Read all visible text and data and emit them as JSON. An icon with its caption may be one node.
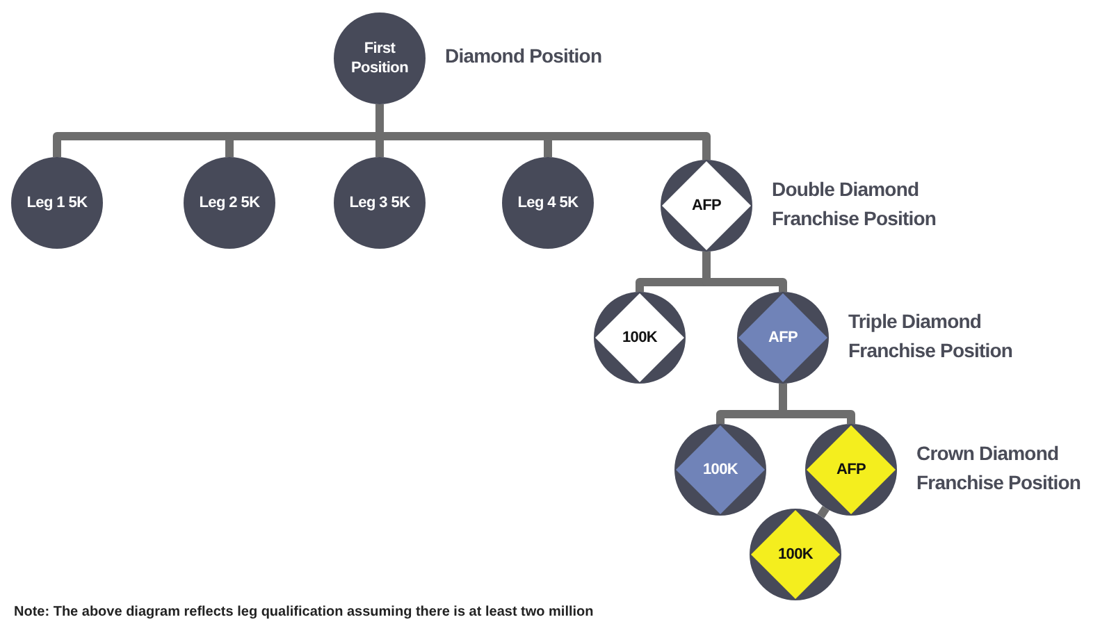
{
  "diagram": {
    "nodes": [
      {
        "text": [
          "First Position"
        ],
        "beside": [
          "Diamond Position"
        ]
      },
      {
        "text": [
          "Leg 1 5K"
        ]
      },
      {
        "text": [
          "Leg 2 5K"
        ]
      },
      {
        "text": [
          "Leg 3 5K"
        ]
      },
      {
        "text": [
          "Leg 4 5K"
        ]
      },
      {
        "text": [
          "AFP"
        ],
        "beside": [
          "Double Diamond Franchise Position"
        ]
      },
      {
        "text": [
          "100K"
        ]
      },
      {
        "text": [
          "AFP"
        ],
        "beside": [
          "Triple Diamond Franchise Position"
        ]
      },
      {
        "text": [
          "100K"
        ]
      },
      {
        "text": [
          "AFP"
        ],
        "beside": [
          "Crown Diamond Franchise Position"
        ]
      },
      {
        "text": [
          "100K"
        ]
      }
    ],
    "edges": [
      {
        "from": 0,
        "to": 1,
        "arrow": "none"
      },
      {
        "from": 0,
        "to": 2,
        "arrow": "none"
      },
      {
        "from": 0,
        "to": 3,
        "arrow": "none"
      },
      {
        "from": 0,
        "to": 4,
        "arrow": "none"
      },
      {
        "from": 0,
        "to": 5,
        "arrow": "none"
      },
      {
        "from": 5,
        "to": 6,
        "arrow": "none"
      },
      {
        "from": 5,
        "to": 7,
        "arrow": "none"
      },
      {
        "from": 7,
        "to": 8,
        "arrow": "none"
      },
      {
        "from": 7,
        "to": 9,
        "arrow": "none"
      },
      {
        "from": 9,
        "to": 10,
        "arrow": "none"
      }
    ],
    "labels": [
      "Note: The above diagram reflects leg qualification assuming there is at least two million"
    ]
  }
}
